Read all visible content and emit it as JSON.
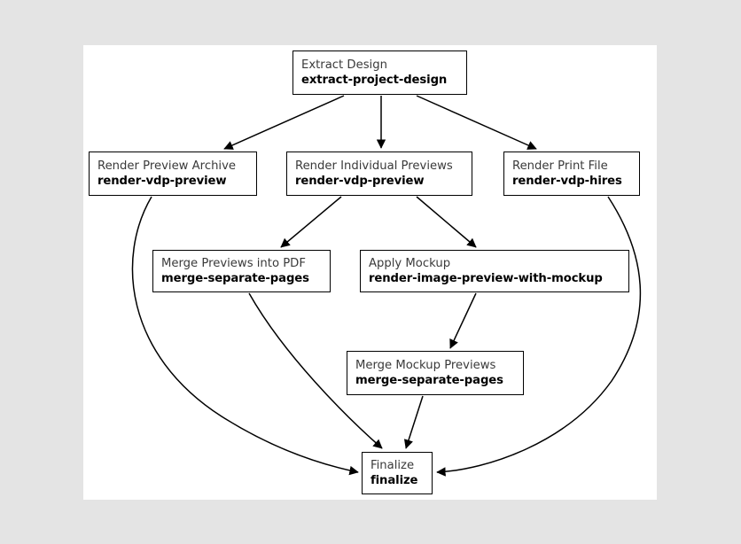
{
  "canvas": {
    "background": "#e4e4e4",
    "surface": "#ffffff",
    "stroke": "#000000",
    "title_color": "#3a3a3a",
    "command_color": "#000000"
  },
  "graph": {
    "type": "flowchart",
    "direction": "top-to-bottom",
    "nodes": [
      {
        "id": "extract",
        "title": "Extract Design",
        "command": "extract-project-design"
      },
      {
        "id": "preview_archive",
        "title": "Render Preview Archive",
        "command": "render-vdp-preview"
      },
      {
        "id": "individual",
        "title": "Render Individual Previews",
        "command": "render-vdp-preview"
      },
      {
        "id": "print_file",
        "title": "Render Print File",
        "command": "render-vdp-hires"
      },
      {
        "id": "merge_pdf",
        "title": "Merge Previews into PDF",
        "command": "merge-separate-pages"
      },
      {
        "id": "apply_mockup",
        "title": "Apply Mockup",
        "command": "render-image-preview-with-mockup"
      },
      {
        "id": "merge_mockup",
        "title": "Merge Mockup Previews",
        "command": "merge-separate-pages"
      },
      {
        "id": "finalize",
        "title": "Finalize",
        "command": "finalize"
      }
    ],
    "edges": [
      {
        "from": "extract",
        "to": "preview_archive"
      },
      {
        "from": "extract",
        "to": "individual"
      },
      {
        "from": "extract",
        "to": "print_file"
      },
      {
        "from": "individual",
        "to": "merge_pdf"
      },
      {
        "from": "individual",
        "to": "apply_mockup"
      },
      {
        "from": "apply_mockup",
        "to": "merge_mockup"
      },
      {
        "from": "preview_archive",
        "to": "finalize"
      },
      {
        "from": "merge_pdf",
        "to": "finalize"
      },
      {
        "from": "merge_mockup",
        "to": "finalize"
      },
      {
        "from": "print_file",
        "to": "finalize"
      }
    ]
  }
}
